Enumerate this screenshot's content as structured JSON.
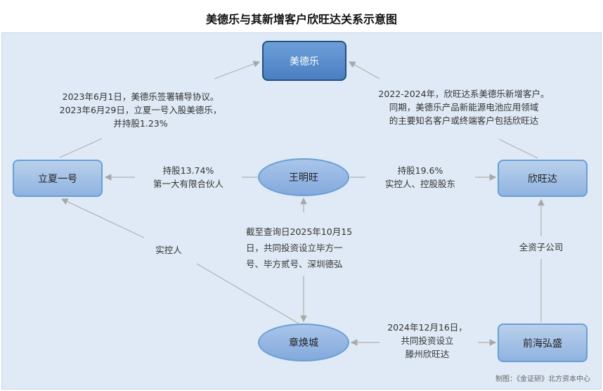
{
  "title": "美德乐与其新增客户欣旺达关系示意图",
  "nodes": {
    "medele": "美德乐",
    "lixia": "立夏一号",
    "xinwangda": "欣旺达",
    "wangmingwang": "王明旺",
    "zhanghuancheng": "章焕城",
    "qianhai": "前海弘盛"
  },
  "edges": {
    "lixia_medele": [
      "2023年6月1日，美德乐签署辅导协议。",
      "2023年6月29日，立夏一号入股美德乐，",
      "并持股1.23%"
    ],
    "xinwangda_medele": [
      "2022-2024年，欣旺达系美德乐新增客户。",
      "同期，美德乐产品新能源电池应用领域",
      "的主要知名客户或终端客户包括欣旺达"
    ],
    "wang_lixia": [
      "持股13.74%",
      "第一大有限合伙人"
    ],
    "wang_xinwangda": [
      "持股19.6%",
      "实控人、控股股东"
    ],
    "zhang_wang": [
      "截至查询日2025年10月15",
      "日，共同投资设立毕方一",
      "号、毕方贰号、深圳德弘"
    ],
    "zhang_lixia": "实控人",
    "qianhai_xinwangda": "全资子公司",
    "zhang_qianhai": [
      "2024年12月16日，",
      "共同投资设立",
      "滕州欣旺达"
    ]
  },
  "source": "制图：《金证研》北方资本中心"
}
